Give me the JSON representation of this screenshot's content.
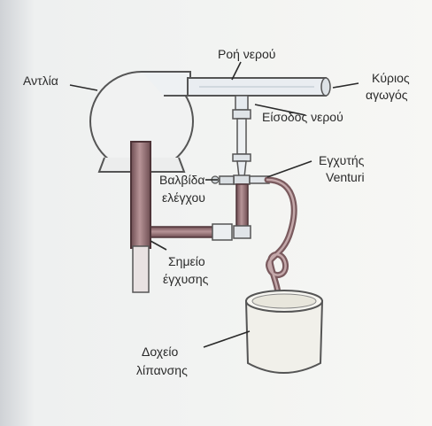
{
  "labels": {
    "pump": "Αντλία",
    "water_flow": "Ροή νερού",
    "main_pipe_line1": "Κύριος",
    "main_pipe_line2": "αγωγός",
    "water_inlet": "Είσοδος νερού",
    "injector_line1": "Εγχυτής",
    "injector_line2": "Venturi",
    "valve_line1": "Βαλβίδα",
    "valve_line2": "ελέγχου",
    "injection_point_line1": "Σημείο",
    "injection_point_line2": "έγχυσης",
    "tank_line1": "Δοχείο",
    "tank_line2": "λίπανσης"
  },
  "colors": {
    "background": "#f6f6f4",
    "pipe_clear": "#e9edf1",
    "pipe_outline": "#6b6b6b",
    "pipe_fertilizer": "#9c7a7c",
    "tank": "#f1f0ea",
    "text": "#2a2a2a"
  }
}
